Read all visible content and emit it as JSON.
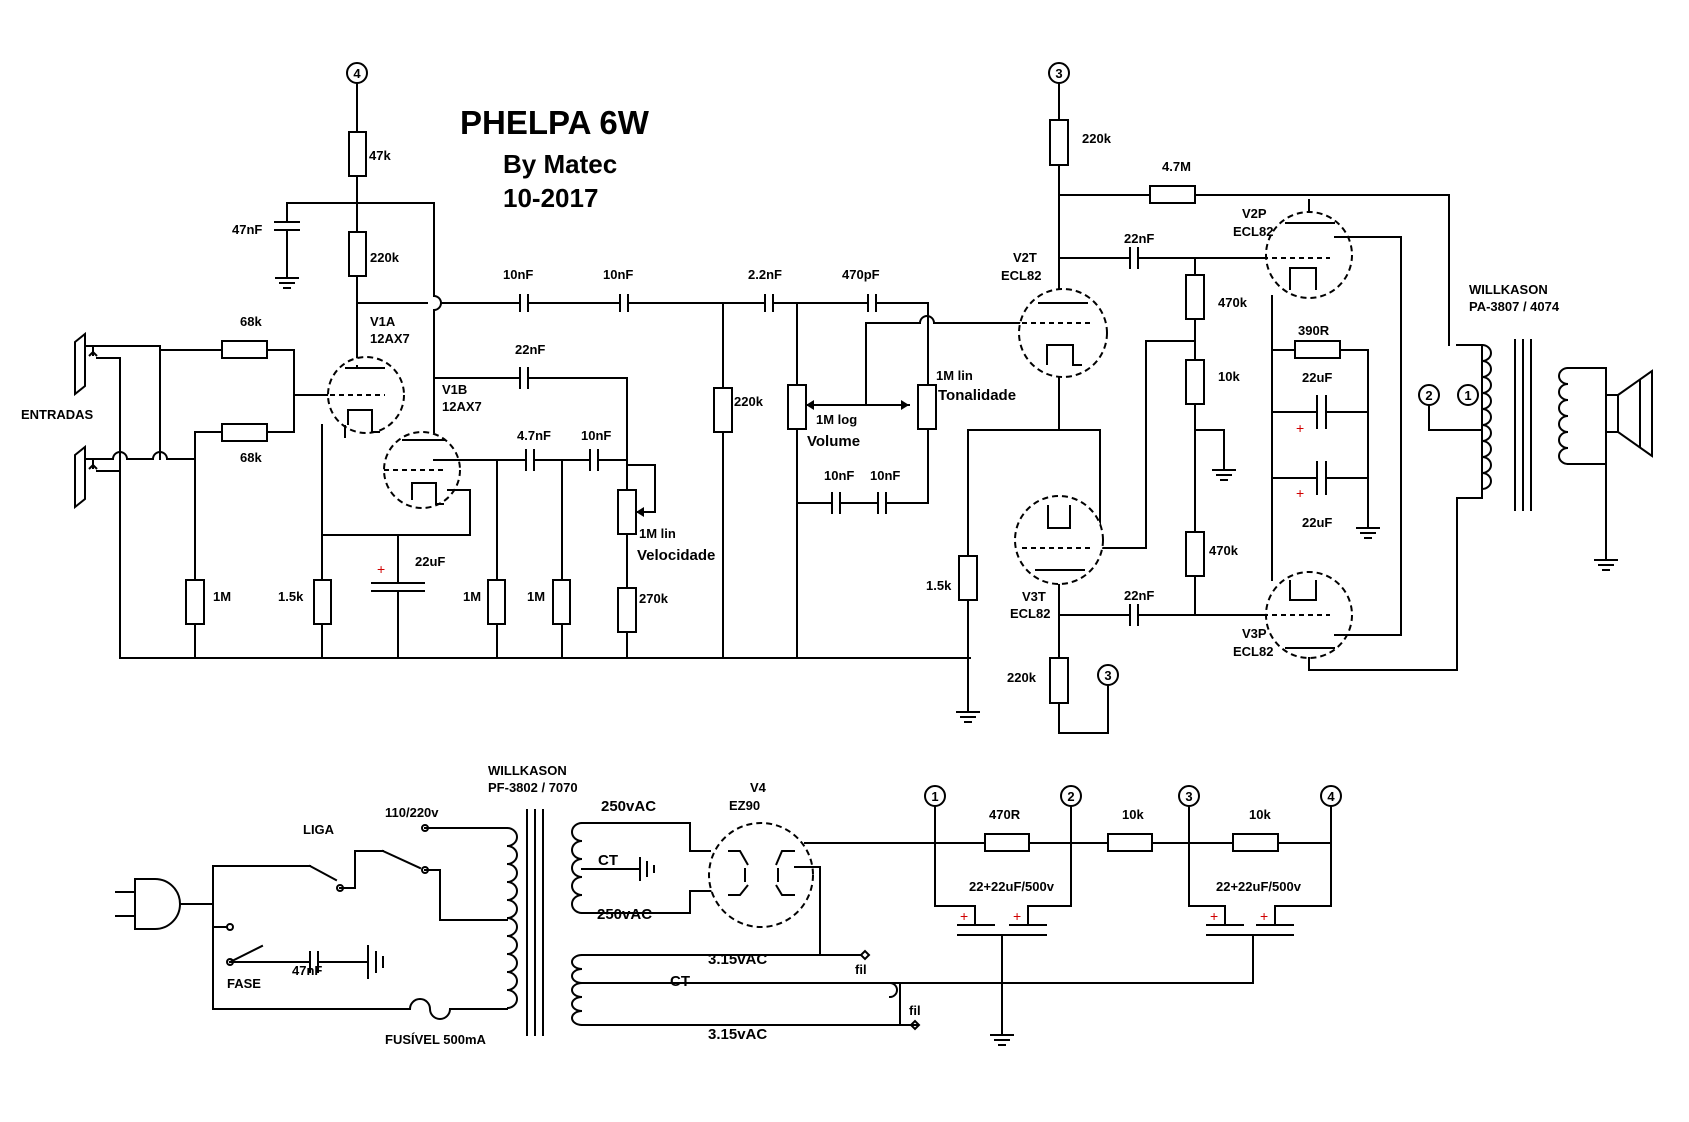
{
  "title": "PHELPA 6W",
  "author": "By Matec",
  "date": "10-2017",
  "labels": {
    "entradas": "ENTRADAS",
    "v1a": "V1A",
    "v1a_type": "12AX7",
    "v1b": "V1B",
    "v1b_type": "12AX7",
    "v2t": "V2T",
    "v2t_type": "ECL82",
    "v3t": "V3T",
    "v3t_type": "ECL82",
    "v2p": "V2P",
    "v2p_type": "ECL82",
    "v3p": "V3P",
    "v3p_type": "ECL82",
    "v4": "V4",
    "v4_type": "EZ90",
    "out_trafo": "WILLKASON",
    "out_trafo_model": "PA-3807 / 4074",
    "pwr_trafo": "WILLKASON",
    "pwr_trafo_model": "PF-3802 / 7070",
    "r47k": "47k",
    "c47nf_top": "47nF",
    "r220k_v1a": "220k",
    "r68k_a": "68k",
    "r68k_b": "68k",
    "r1m_a": "1M",
    "r1k5_a": "1.5k",
    "c22uf_a": "22uF",
    "c22nf_a": "22nF",
    "c4n7": "4.7nF",
    "c10nf_a": "10nF",
    "c10nf_1": "10nF",
    "c10nf_2": "10nF",
    "r1m_b": "1M",
    "r1m_c": "1M",
    "pot_vel": "1M lin",
    "vel": "Velocidade",
    "r270k": "270k",
    "r220k_mid": "220k",
    "c2n2": "2.2nF",
    "c470pf": "470pF",
    "pot_vol": "1M log",
    "vol": "Volume",
    "pot_ton": "1M lin",
    "ton": "Tonalidade",
    "c10nf_3": "10nF",
    "c10nf_4": "10nF",
    "r1k5_b": "1.5k",
    "r220k_v2t": "220k",
    "r4m7": "4.7M",
    "c22nf_b": "22nF",
    "r470k_a": "470k",
    "r10k_a": "10k",
    "r470k_b": "470k",
    "c22nf_c": "22nF",
    "r220k_v3t": "220k",
    "r390r": "390R",
    "c22uf_b": "22uF",
    "c22uf_c": "22uF",
    "liga": "LIGA",
    "fase": "FASE",
    "volt_sel": "110/220v",
    "c47nf_pwr": "47nF",
    "fuse": "FUSÍVEL 500mA",
    "sec_250a": "250vAC",
    "ct_a": "CT",
    "sec_250b": "250vAC",
    "fil_315a": "3.15vAC",
    "ct_b": "CT",
    "fil_315b": "3.15vAC",
    "fil_a": "fil",
    "fil_b": "fil",
    "r470r": "470R",
    "r10k_b": "10k",
    "r10k_c": "10k",
    "c_filter_a": "22+22uF/500v",
    "c_filter_b": "22+22uF/500v",
    "n1": "1",
    "n2": "2",
    "n3": "3",
    "n4": "4",
    "plus": "+"
  }
}
